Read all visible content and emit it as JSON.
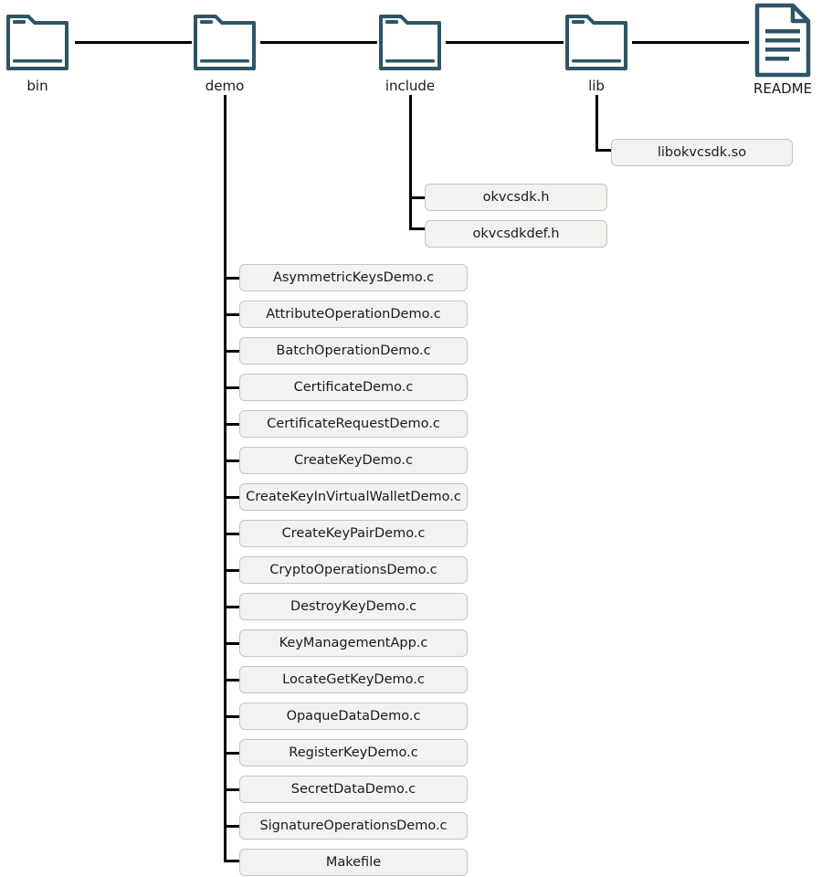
{
  "diagram": {
    "type": "directory-tree",
    "colors": {
      "icon": "#2d5565",
      "connector": "#000000",
      "box_fill": "#f3f2f0",
      "box_border": "#c9c4bb",
      "text": "#1a1a1a",
      "background": "#ffffff"
    }
  },
  "roots": [
    {
      "label": "bin",
      "icon": "folder-icon",
      "children": []
    },
    {
      "label": "demo",
      "icon": "folder-icon",
      "children": [
        "AsymmetricKeysDemo.c",
        "AttributeOperationDemo.c",
        "BatchOperationDemo.c",
        "CertificateDemo.c",
        "CertificateRequestDemo.c",
        "CreateKeyDemo.c",
        "CreateKeyInVirtualWalletDemo.c",
        "CreateKeyPairDemo.c",
        "CryptoOperationsDemo.c",
        "DestroyKeyDemo.c",
        "KeyManagementApp.c",
        "LocateGetKeyDemo.c",
        "OpaqueDataDemo.c",
        "RegisterKeyDemo.c",
        "SecretDataDemo.c",
        "SignatureOperationsDemo.c",
        "Makefile"
      ]
    },
    {
      "label": "include",
      "icon": "folder-icon",
      "children": [
        "okvcsdk.h",
        "okvcsdkdef.h"
      ]
    },
    {
      "label": "lib",
      "icon": "folder-icon",
      "children": [
        "libokvcsdk.so"
      ]
    },
    {
      "label": "README",
      "icon": "document-icon",
      "children": []
    }
  ]
}
